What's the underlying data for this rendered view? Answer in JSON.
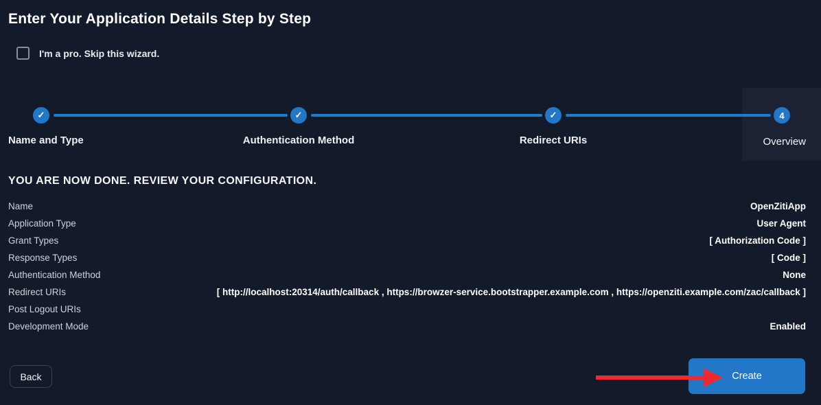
{
  "title": "Enter Your Application Details Step by Step",
  "skip_wizard": {
    "label": "I'm a pro. Skip this wizard.",
    "checked": false
  },
  "stepper": {
    "check_glyph": "✓",
    "steps": [
      {
        "label": "Name and Type",
        "state": "complete"
      },
      {
        "label": "Authentication Method",
        "state": "complete"
      },
      {
        "label": "Redirect URIs",
        "state": "complete"
      },
      {
        "label": "Overview",
        "state": "current",
        "number": "4"
      }
    ]
  },
  "review": {
    "heading": "YOU ARE NOW DONE. REVIEW YOUR CONFIGURATION.",
    "rows": [
      {
        "label": "Name",
        "value": "OpenZitiApp"
      },
      {
        "label": "Application Type",
        "value": "User Agent"
      },
      {
        "label": "Grant Types",
        "value": "[ Authorization Code ]"
      },
      {
        "label": "Response Types",
        "value": "[ Code ]"
      },
      {
        "label": "Authentication Method",
        "value": "None"
      },
      {
        "label": "Redirect URIs",
        "value": "[ http://localhost:20314/auth/callback , https://browzer-service.bootstrapper.example.com , https://openziti.example.com/zac/callback ]"
      },
      {
        "label": "Post Logout URIs",
        "value": ""
      },
      {
        "label": "Development Mode",
        "value": "Enabled"
      }
    ]
  },
  "footer": {
    "back_label": "Back",
    "create_label": "Create"
  },
  "colors": {
    "background": "#131a29",
    "panel_highlight": "#1a2234",
    "accent_blue": "#2278c8",
    "line_blue": "#1e7bcd",
    "arrow_red": "#ee2a30"
  }
}
